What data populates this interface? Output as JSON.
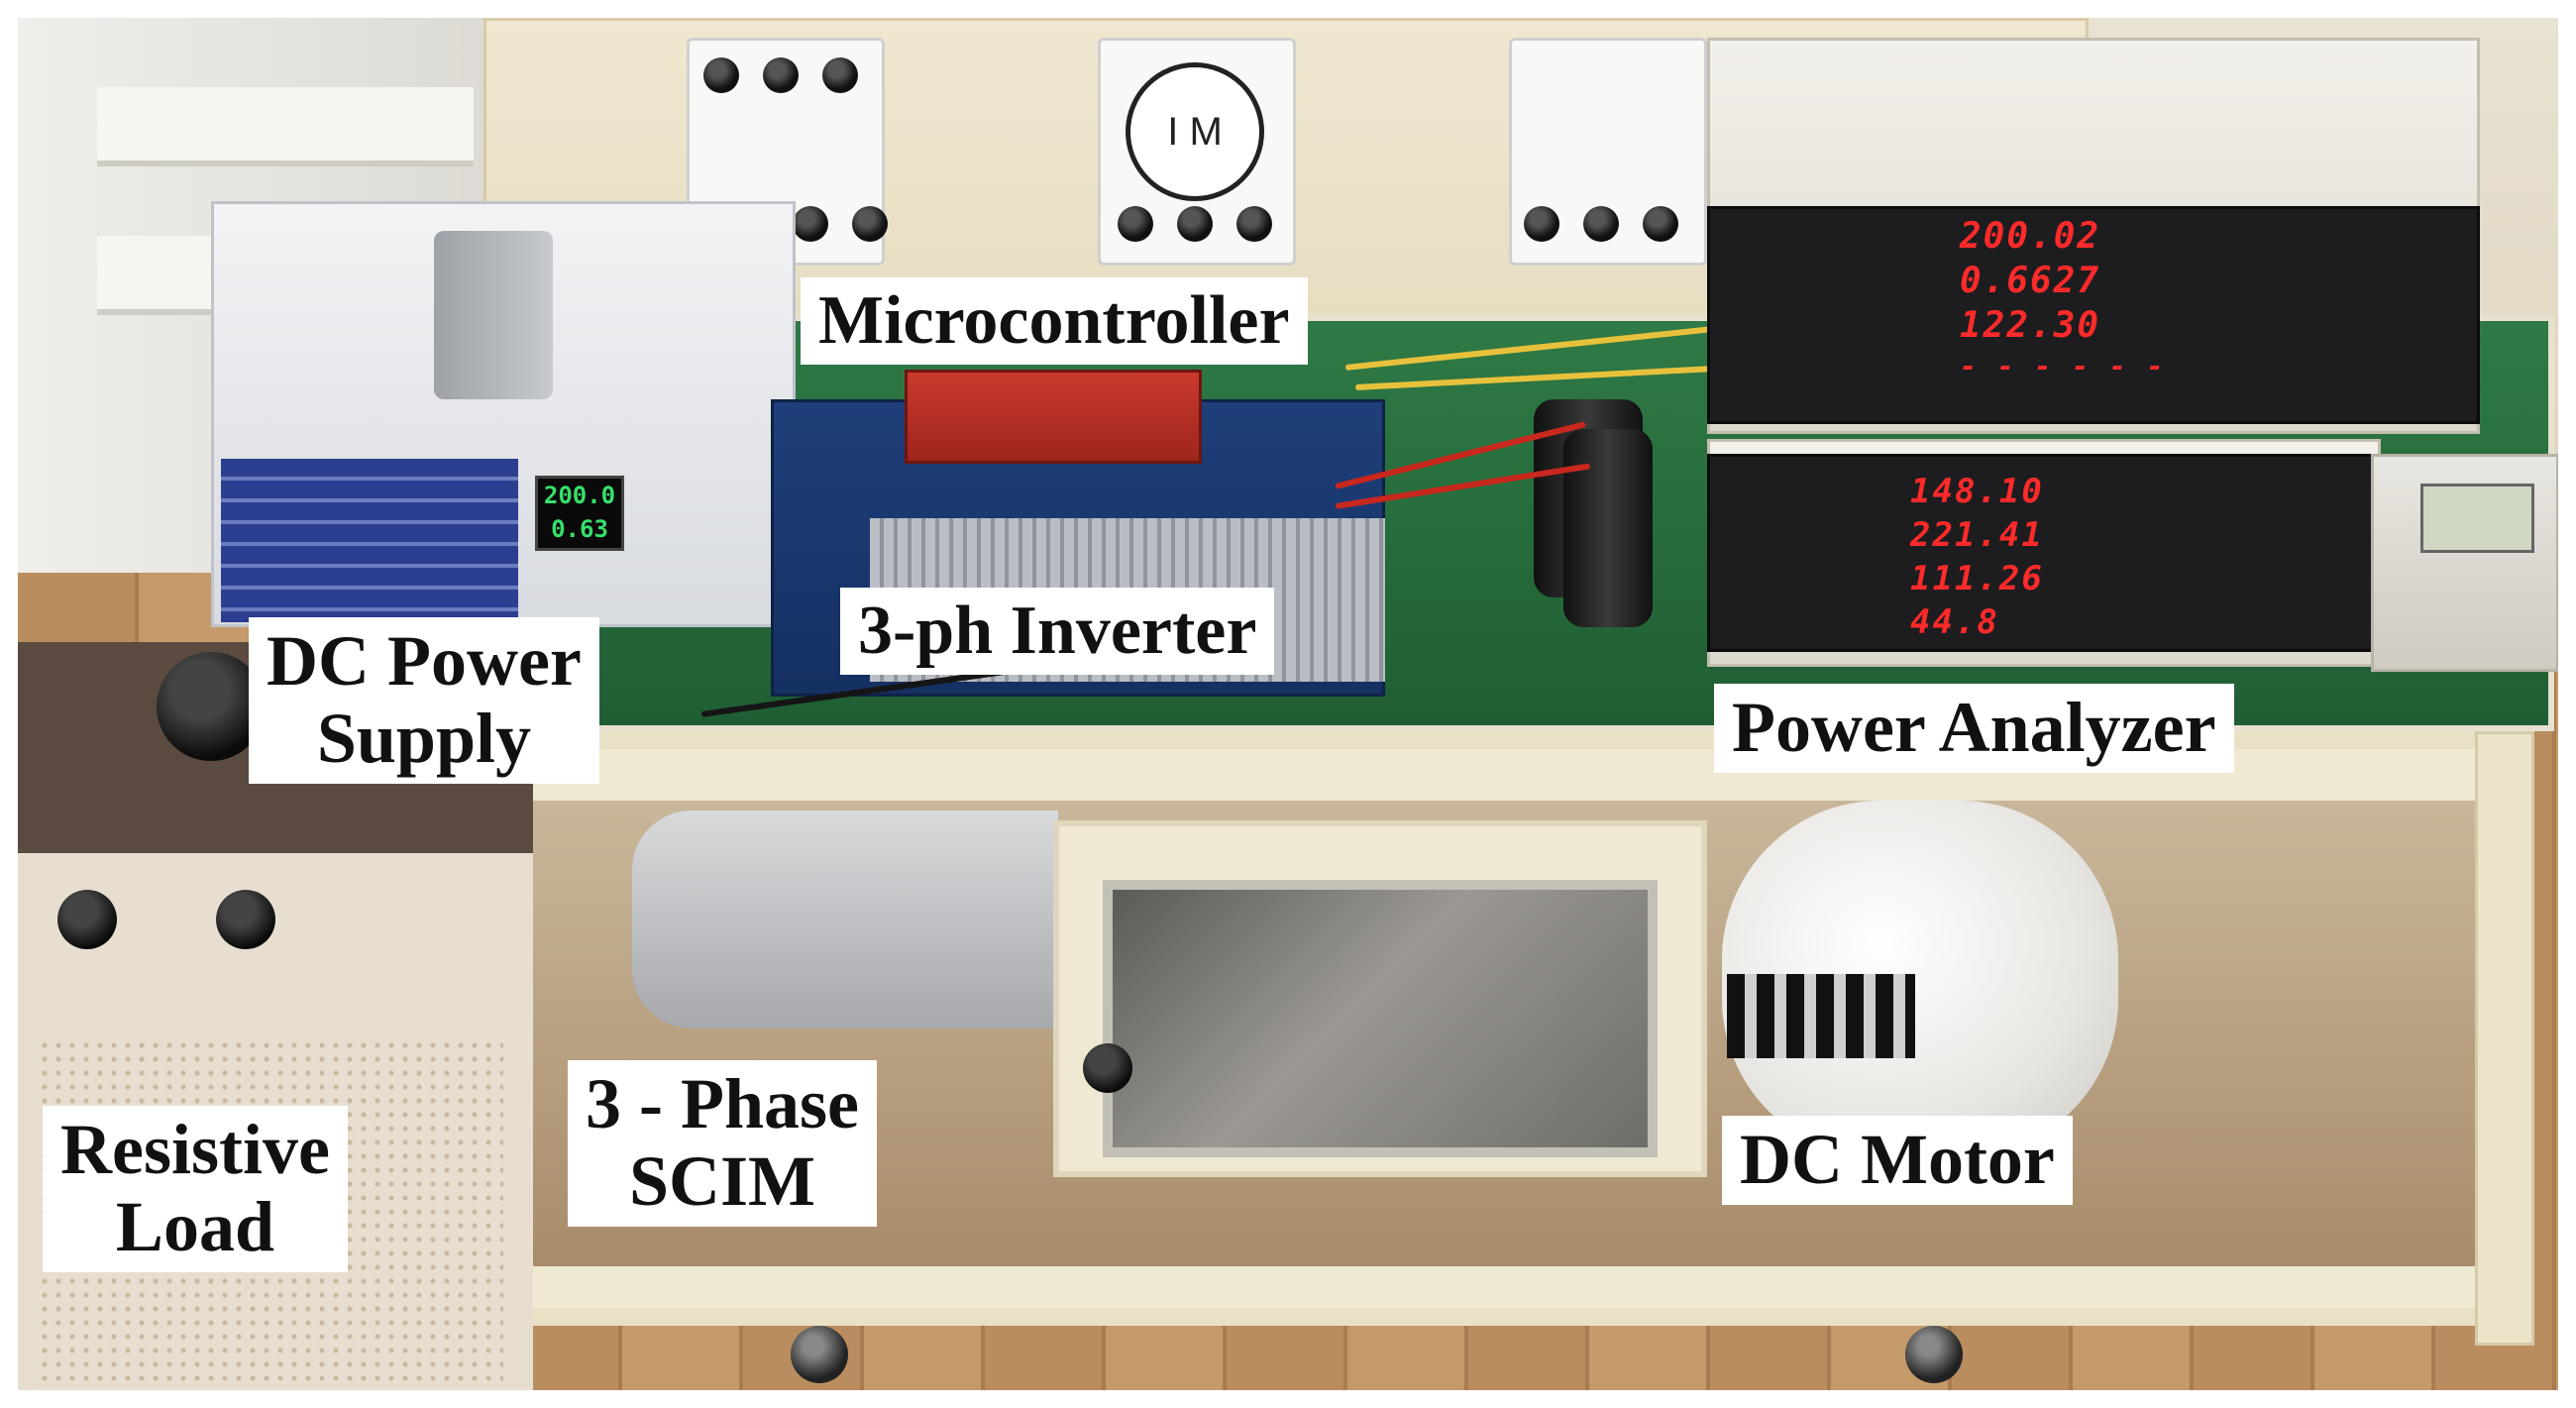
{
  "labels": {
    "microcontroller": "Microcontroller",
    "inverter": "3-ph Inverter",
    "dc_power_supply": "DC Power\nSupply",
    "power_analyzer": "Power Analyzer",
    "resistive_load": "Resistive\nLoad",
    "scim": "3 - Phase\nSCIM",
    "dc_motor": "DC Motor"
  },
  "panel": {
    "motor_symbol": "I M"
  },
  "psu_display": {
    "voltage": "200.0",
    "current": "0.63"
  },
  "analyzer_top": {
    "readings": [
      "200.02",
      "0.6627",
      "122.30",
      "- - - - - -"
    ]
  },
  "analyzer_bottom": {
    "readings": [
      "148.10",
      "221.41",
      "111.26",
      "44.8"
    ]
  },
  "colors": {
    "label_bg": "#ffffff",
    "label_text": "#111111",
    "bench_green": "#2f7a46",
    "segment_red": "#ff2a2a",
    "lcd_green": "#37e06b"
  }
}
